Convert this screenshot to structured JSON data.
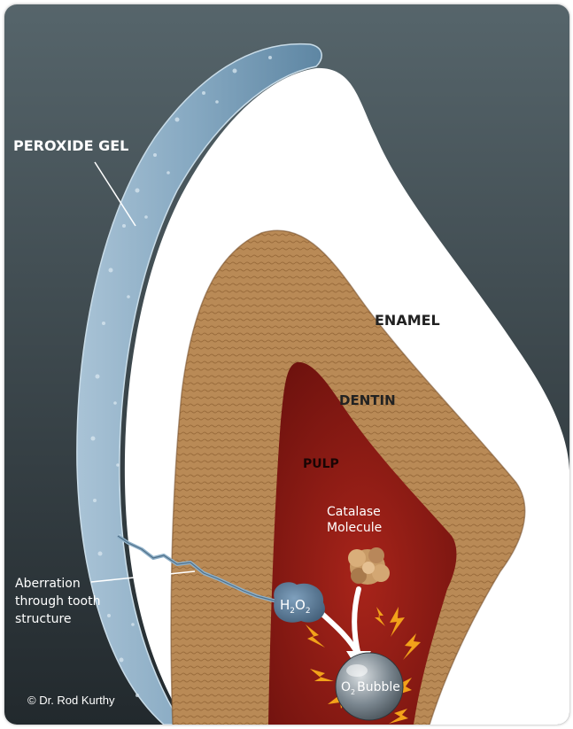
{
  "labels": {
    "peroxide_gel": "PEROXIDE GEL",
    "enamel": "ENAMEL",
    "dentin": "DENTIN",
    "pulp": "PULP",
    "catalase_line1": "Catalase",
    "catalase_line2": "Molecule",
    "aberration_line1": "Aberration",
    "aberration_line2": "through tooth",
    "aberration_line3": "structure",
    "h2o2_H1": "H",
    "h2o2_sub1": "2",
    "h2o2_O": "O",
    "h2o2_sub2": "2",
    "o2_O": "O",
    "o2_sub": "2",
    "o2_word": "Bubble"
  },
  "caption": "© Dr. Rod Kurthy",
  "colors": {
    "background_top": "#4f5f66",
    "background_bottom": "#262d31",
    "gel": "#8fb0c8",
    "enamel": "#ffffff",
    "dentin": "#b98a56",
    "pulp": "#8e1a14",
    "bolt": "#f2a21a"
  }
}
